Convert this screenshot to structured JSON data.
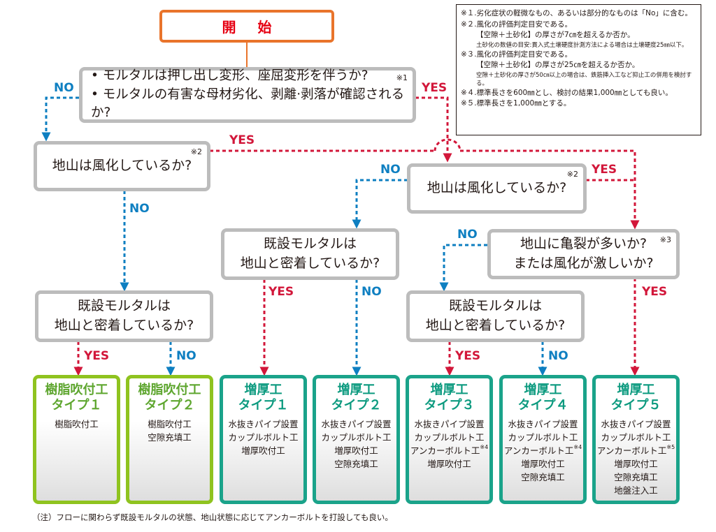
{
  "start": {
    "label": "開 始"
  },
  "q1": {
    "lines": [
      "• モルタルは押し出し変形、座屈変形を伴うか?",
      "• モルタルの有害な母材劣化、剥離·剥落が確認されるか?"
    ],
    "note": "※1"
  },
  "q_left_weathered": {
    "text": "地山は風化しているか?",
    "note": "※2"
  },
  "q_mid_weathered": {
    "text": "地山は風化しているか?",
    "note": "※2"
  },
  "q_cracks": {
    "lines": [
      "地山に亀裂が多いか?",
      "または風化が激しいか?"
    ],
    "note": "※3"
  },
  "q_adhere_left": {
    "lines": [
      "既設モルタルは",
      "地山と密着しているか?"
    ]
  },
  "q_adhere_mid": {
    "lines": [
      "既設モルタルは",
      "地山と密着しているか?"
    ]
  },
  "q_adhere_right": {
    "lines": [
      "既設モルタルは",
      "地山と密着しているか?"
    ]
  },
  "labels": {
    "yes": "YES",
    "no": "NO"
  },
  "results": [
    {
      "title1": "樹脂吹付工",
      "title2": "タイプ１",
      "items": [
        "樹脂吹付工"
      ]
    },
    {
      "title1": "樹脂吹付工",
      "title2": "タイプ２",
      "items": [
        "樹脂吹付工",
        "空隙充填工"
      ]
    },
    {
      "title1": "増厚工",
      "title2": "タイプ１",
      "items": [
        "水抜きパイプ設置",
        "カップルボルト工",
        "増厚吹付工"
      ]
    },
    {
      "title1": "増厚工",
      "title2": "タイプ２",
      "items": [
        "水抜きパイプ設置",
        "カップルボルト工",
        "増厚吹付工",
        "空隙充填工"
      ]
    },
    {
      "title1": "増厚工",
      "title2": "タイプ３",
      "items": [
        "水抜きパイプ設置",
        "カップルボルト工",
        "アンカーボルト工",
        "増厚吹付工"
      ],
      "item_note": "※4"
    },
    {
      "title1": "増厚工",
      "title2": "タイプ４",
      "items": [
        "水抜きパイプ設置",
        "カップルボルト工",
        "アンカーボルト工",
        "増厚吹付工",
        "空隙充填工"
      ],
      "item_note": "※4"
    },
    {
      "title1": "増厚工",
      "title2": "タイプ５",
      "items": [
        "水抜きパイプ設置",
        "カップルボルト工",
        "アンカーボルト工",
        "増厚吹付工",
        "空隙充填工",
        "地盤注入工"
      ],
      "item_note": "※5"
    }
  ],
  "notes": {
    "n1": "※１.劣化症状の軽微なもの、あるいは部分的なものは「No」に含む。",
    "n2": "※２.風化の評価判定目安である。",
    "n2a": "【空隙＋土砂化】の厚さが7㎝を超えるか否か。",
    "n2b": "土砂化の数値の目安:貫入式土壌硬度計測方法による場合は土壌硬度25㎜以下。",
    "n3": "※３.風化の評価判定目安である。",
    "n3a": "【空隙＋土砂化】の厚さが25㎝を超えるか否か。",
    "n3b": "空隙＋土砂化の厚さが50㎝以上の場合は、鉄筋挿入工など抑止工の併用を検討する。",
    "n4": "※４.標準長さを600㎜とし、検討の結果1,000㎜としても良い。",
    "n5": "※５.標準長さを1,000㎜とする。"
  },
  "footer": "（注）フローに関わらず既設モルタルの状態、地山状態に応じてアンカーボルトを打設しても良い。",
  "colors": {
    "yes": "#d2173a",
    "no": "#0e7fc1",
    "start_border": "#e9742b",
    "question_border": "#bcbcbc",
    "resin": "#8fc31f",
    "thick": "#1aa38a"
  }
}
